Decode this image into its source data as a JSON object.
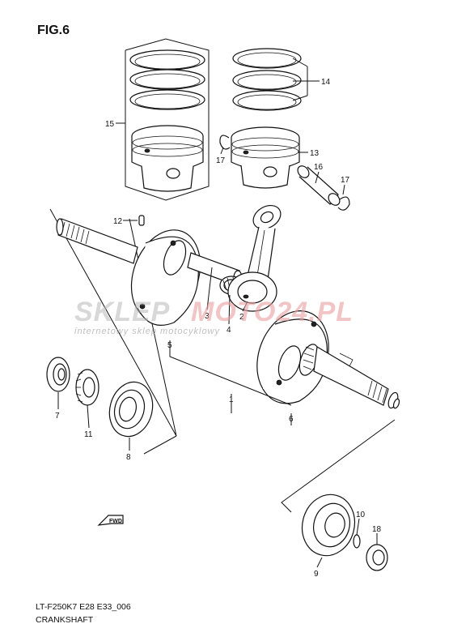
{
  "figure": {
    "title": "FIG.6",
    "model_code": "LT-F250K7 E28 E33_006",
    "section_name": "CRANKSHAFT"
  },
  "watermark": {
    "brand_part1": "SKLEP",
    "brand_part2": "MOTO24.PL",
    "tagline": "internetowy sklep motocyklowy"
  },
  "fwd_label": "FWD",
  "callouts": [
    "1",
    "2",
    "3",
    "4",
    "5",
    "6",
    "7",
    "8",
    "9",
    "10",
    "11",
    "12",
    "13",
    "14",
    "15",
    "16",
    "17",
    "17",
    "18"
  ],
  "colors": {
    "line": "#111111",
    "watermark_gray": "#b9b9b9",
    "watermark_red": "#e9a0a0"
  }
}
